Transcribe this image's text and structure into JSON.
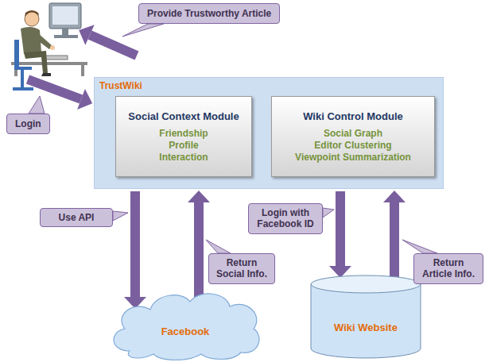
{
  "diagram": {
    "nodes": [
      {
        "text": [
          "TrustWiki"
        ]
      },
      {
        "text": [
          "Social Context Module",
          "Friendship",
          "Profile",
          "Interaction"
        ],
        "in": 0
      },
      {
        "text": [
          "Wiki Control Module",
          "Social Graph",
          "Editor Clustering",
          "Viewpoint Summarization"
        ],
        "in": 0
      },
      {
        "text": [
          "Facebook"
        ]
      },
      {
        "text": [
          "Wiki Website"
        ]
      }
    ],
    "edges": [
      {
        "from": 0,
        "to": 3,
        "label": "Use API",
        "arrow": "to"
      },
      {
        "from": 3,
        "to": 0,
        "label": "Return Social Info.",
        "arrow": "to"
      },
      {
        "from": 0,
        "to": 4,
        "label": "Login with Facebook ID",
        "arrow": "to"
      },
      {
        "from": 4,
        "to": 0,
        "label": "Return Article Info.",
        "arrow": "to"
      },
      {
        "from": 1,
        "to": 2,
        "arrow": "to"
      }
    ],
    "labels": [
      "Provide Trustworthy Article",
      "Login"
    ]
  }
}
